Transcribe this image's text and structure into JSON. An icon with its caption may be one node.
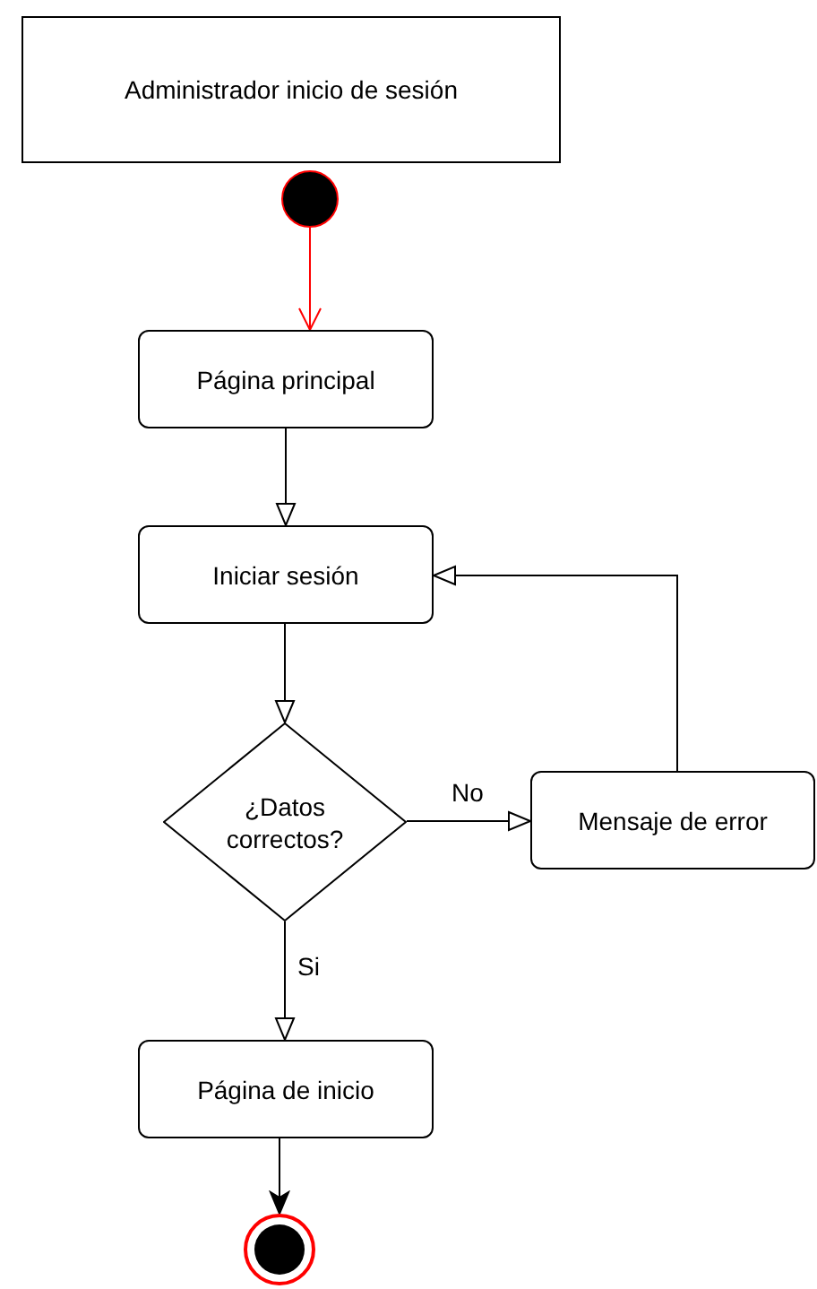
{
  "diagram": {
    "nodes": [
      {
        "text": [
          "Administrador inicio de sesión"
        ]
      },
      {
        "text": [],
        "shape": "circle"
      },
      {
        "text": [
          "Página principal"
        ]
      },
      {
        "text": [
          "Iniciar sesión"
        ]
      },
      {
        "text": [
          "¿Datos correctos?"
        ]
      },
      {
        "text": [
          "Mensaje de error"
        ]
      },
      {
        "text": [
          "Página de inicio"
        ]
      },
      {
        "text": [],
        "shape": "circle"
      }
    ],
    "edges": [
      {
        "from": 1,
        "to": 2,
        "arrow": "to",
        "color": "#ff0000"
      },
      {
        "from": 2,
        "to": 3,
        "arrow": "to"
      },
      {
        "from": 3,
        "to": 4,
        "arrow": "to"
      },
      {
        "from": 4,
        "to": 5,
        "arrow": "to",
        "label": "No"
      },
      {
        "from": 5,
        "to": 3,
        "arrow": "to"
      },
      {
        "from": 4,
        "to": 6,
        "arrow": "to",
        "label": "Si"
      },
      {
        "from": 6,
        "to": 7,
        "arrow": "to"
      }
    ]
  }
}
